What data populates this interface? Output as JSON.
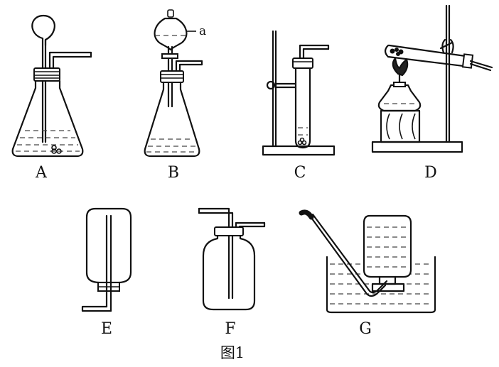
{
  "labels": {
    "A": "A",
    "B": "B",
    "C": "C",
    "D": "D",
    "E": "E",
    "F": "F",
    "G": "G",
    "a": "a"
  },
  "caption": "图1"
}
